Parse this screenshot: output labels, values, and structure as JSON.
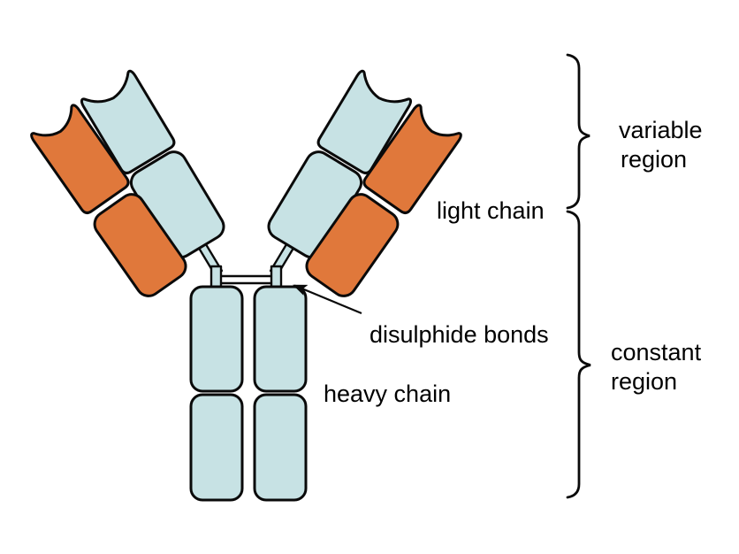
{
  "diagram": {
    "type": "antibody-structure-schematic",
    "labels": {
      "light_chain": "light chain",
      "heavy_chain": "heavy chain",
      "disulphide_bonds": "disulphide bonds",
      "variable_region_line1": "variable",
      "variable_region_line2": "region",
      "constant_region_line1": "constant",
      "constant_region_line2": "region"
    },
    "regions": {
      "variable": "variable region",
      "constant": "constant region"
    },
    "colors": {
      "light-chain-fill": "#E0783B",
      "heavy-chain-fill": "#C7E2E4",
      "outline": "#0a0a0a",
      "label-text": "#000000",
      "background": "#FFFFFF"
    }
  }
}
